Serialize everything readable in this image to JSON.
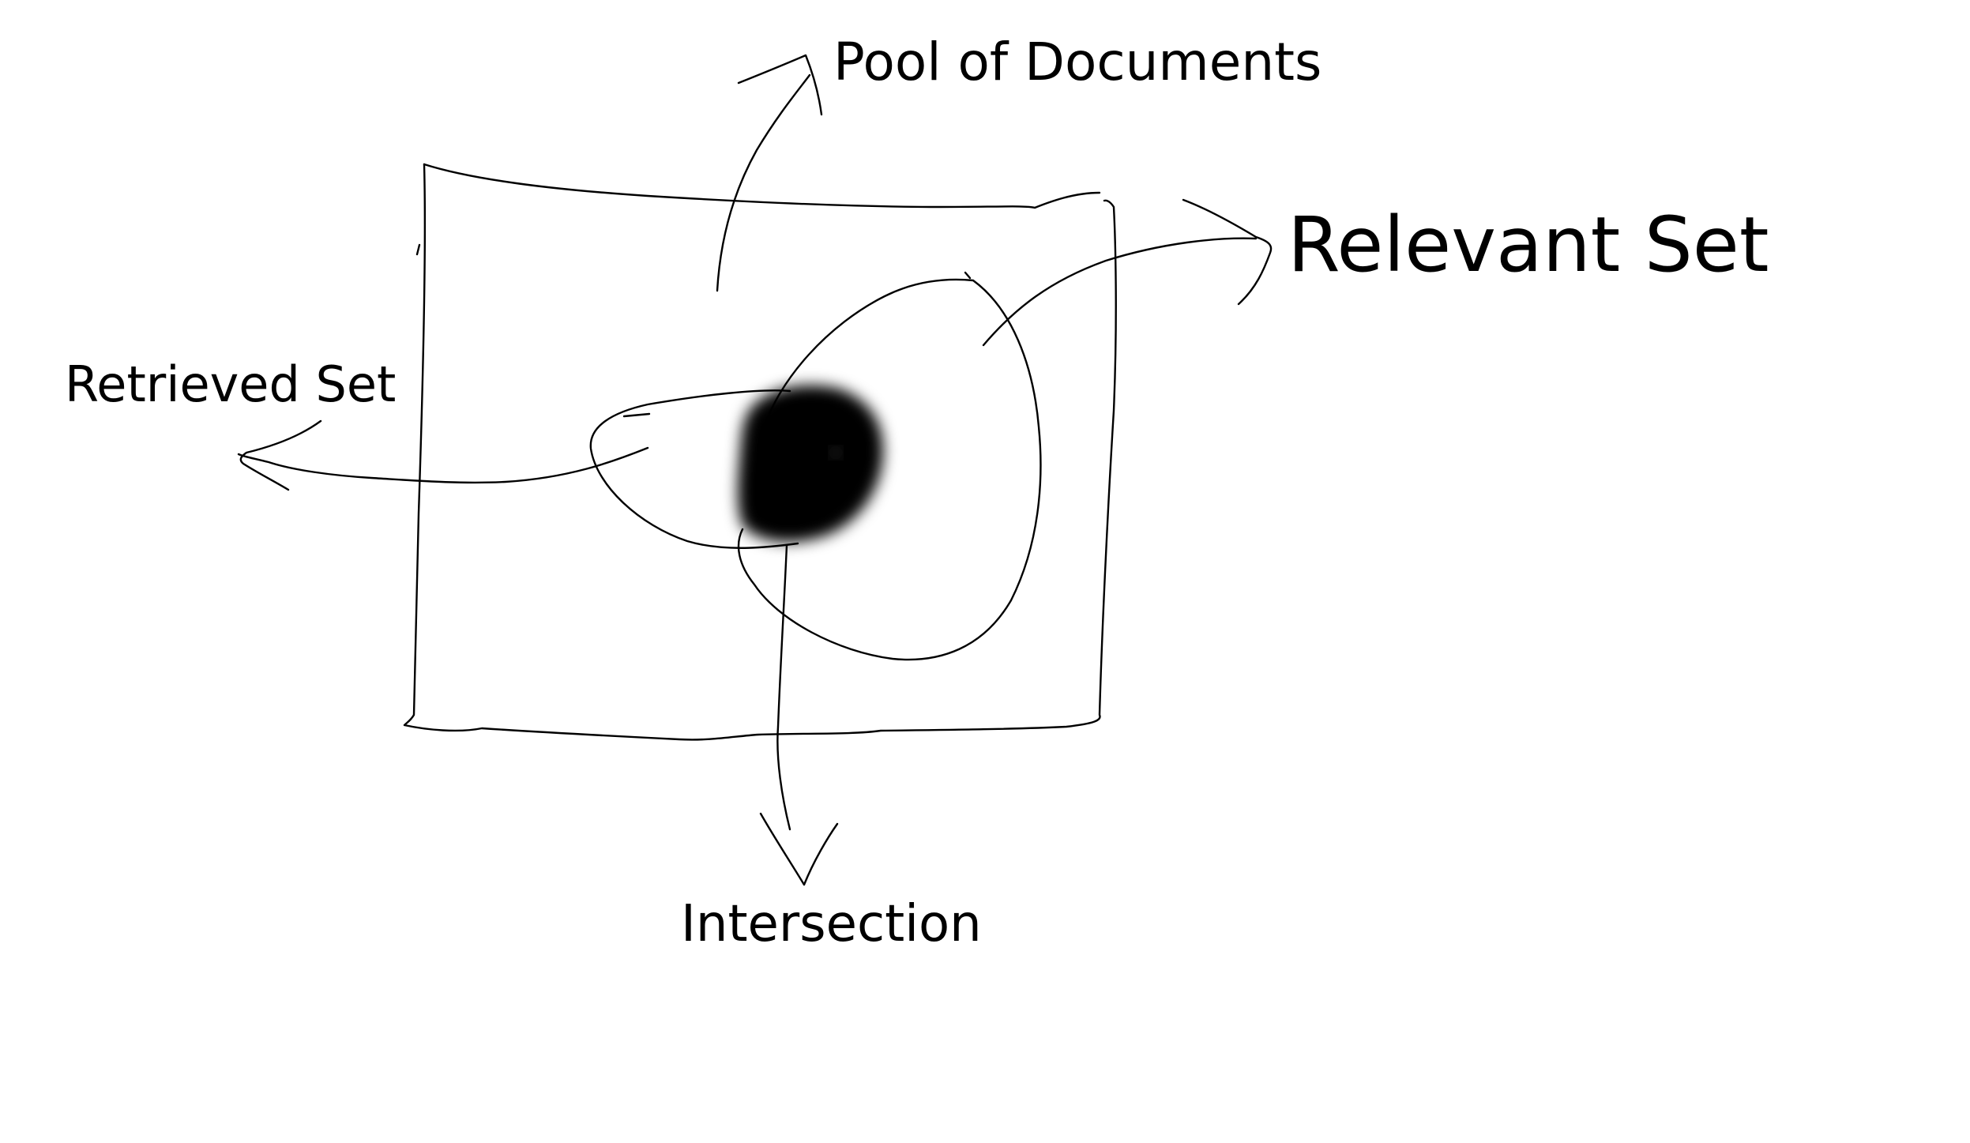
{
  "labels": {
    "pool": "Pool of Documents",
    "relevant": "Relevant Set",
    "retrieved": "Retrieved Set",
    "intersection": "Intersection"
  },
  "colors": {
    "background": "#ffffff",
    "ink": "#000000"
  }
}
